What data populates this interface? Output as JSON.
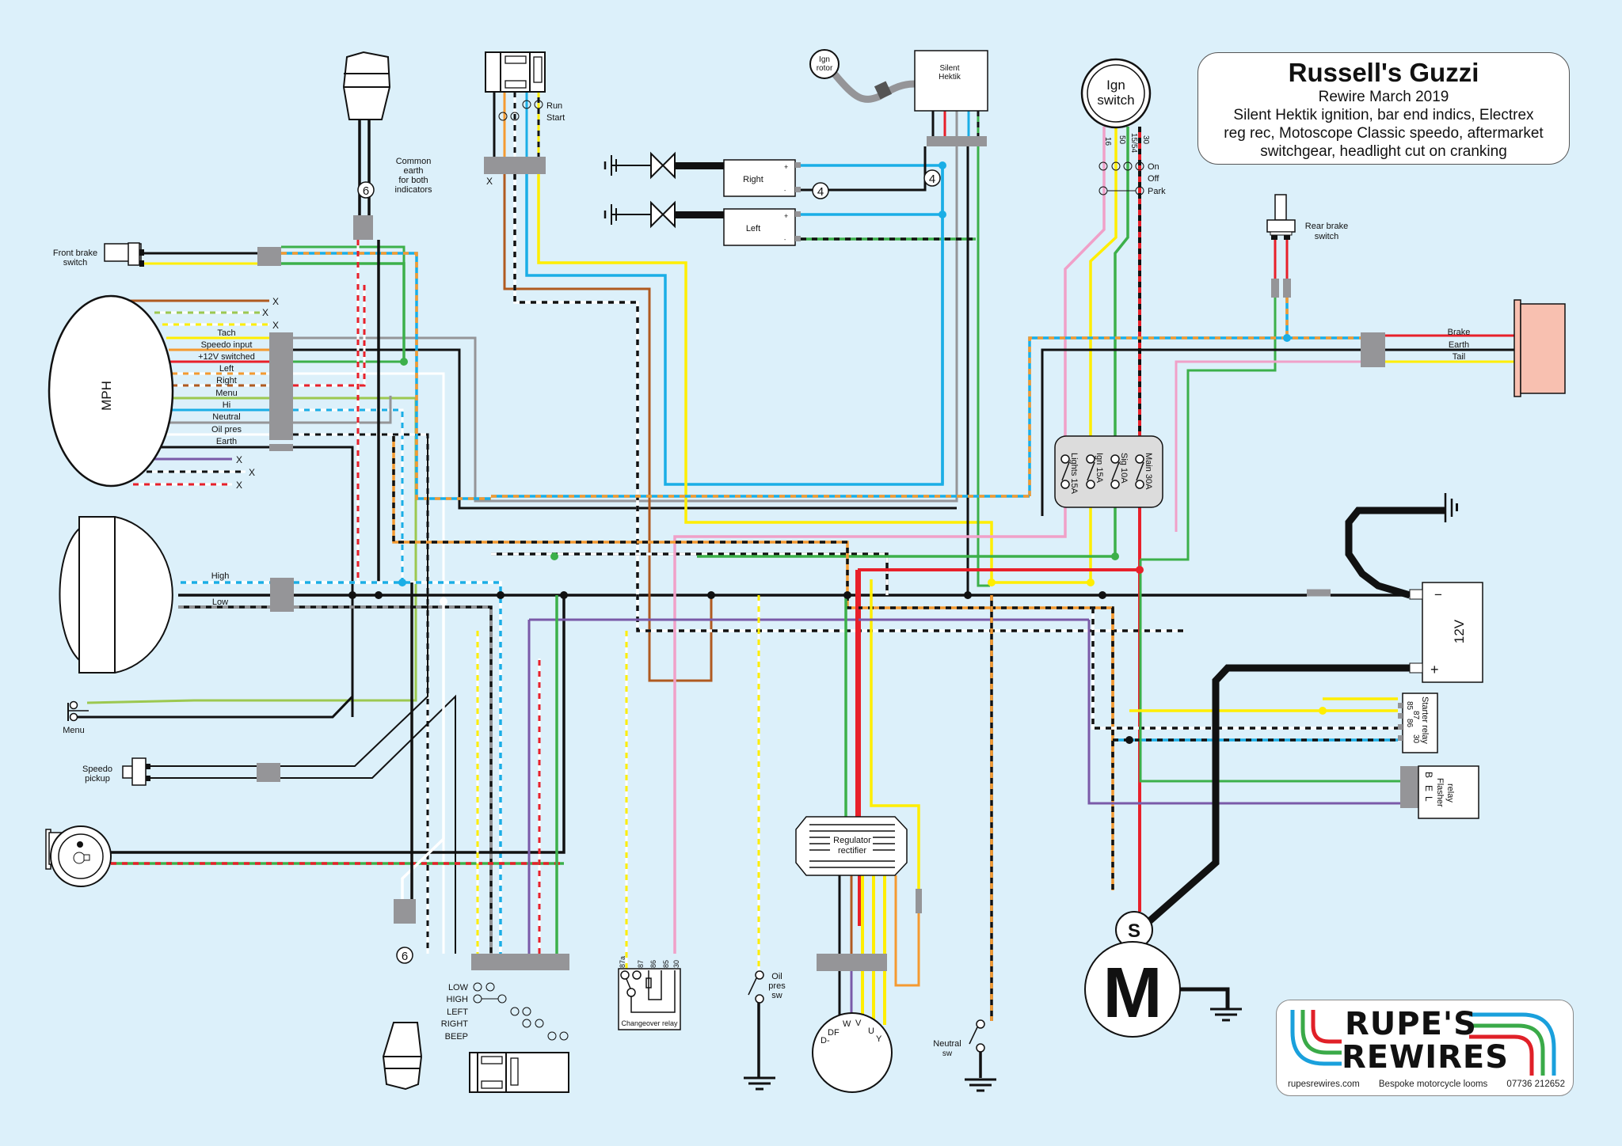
{
  "title_box": {
    "title": "Russell's Guzzi",
    "subtitle": "Rewire March 2019",
    "description_lines": [
      "Silent Hektik ignition, bar end indics, Electrex",
      "reg rec, Motoscope Classic speedo, aftermarket",
      "switchgear, headlight cut on cranking"
    ]
  },
  "logo": {
    "line1": "RUPE'S",
    "line2": "REWIRES",
    "website": "rupesrewires.com",
    "tagline": "Bespoke motorcycle looms",
    "phone": "07736 212652",
    "stripe_colors": [
      "#1aa0dc",
      "#3aaa48",
      "#e02028"
    ]
  },
  "colors": {
    "background": "#dcf0fa",
    "black": "#111111",
    "red": "#e8202a",
    "yellow": "#ffee00",
    "green": "#3cb04a",
    "blue": "#1aaee6",
    "light_blue": "#7fd0f0",
    "orange": "#f59a30",
    "brown": "#b05a20",
    "purple": "#7a5aa8",
    "pink": "#f0a0c8",
    "grey": "#959598",
    "light_green": "#9cc850",
    "white": "#ffffff",
    "tail_light": "#f8c0b0"
  },
  "components": {
    "speedo": {
      "label": "MPH"
    },
    "speedo_pins": [
      {
        "label": "Tach"
      },
      {
        "label": "Speedo input"
      },
      {
        "label": "+12V switched"
      },
      {
        "label": "Left"
      },
      {
        "label": "Right"
      },
      {
        "label": "Menu"
      },
      {
        "label": "Hi"
      },
      {
        "label": "Neutral"
      },
      {
        "label": "Oil pres"
      },
      {
        "label": "Earth"
      }
    ],
    "unused_marker": "X",
    "front_brake": {
      "label_line1": "Front brake",
      "label_line2": "switch"
    },
    "common_earth": {
      "lines": [
        "Common",
        "earth",
        "for both",
        "indicators"
      ]
    },
    "circle_marker_6": "6",
    "circle_marker_4": "4",
    "headlight": {
      "high": "High",
      "low": "Low"
    },
    "menu_button": {
      "label": "Menu"
    },
    "speedo_pickup": {
      "label_line1": "Speedo",
      "label_line2": "pickup"
    },
    "right_switchgear": {
      "run": "Run",
      "start": "Start",
      "x": "X"
    },
    "indicator_right": {
      "label": "Right",
      "plus": "+",
      "minus": "-"
    },
    "indicator_left": {
      "label": "Left",
      "plus": "+",
      "minus": "-"
    },
    "ign_rotor": {
      "line1": "Ign",
      "line2": "rotor"
    },
    "silent_hektik": {
      "line1": "Silent",
      "line2": "Hektik"
    },
    "ign_switch": {
      "line1": "Ign",
      "line2": "switch",
      "terminals": [
        "16",
        "50",
        "15/54",
        "30"
      ],
      "positions": [
        "On",
        "Off",
        "Park"
      ]
    },
    "rear_brake": {
      "line1": "Rear brake",
      "line2": "switch"
    },
    "tail_light": {
      "brake": "Brake",
      "earth": "Earth",
      "tail": "Tail"
    },
    "fuse_box": {
      "fuses": [
        "Lights 15A",
        "Ign 15A",
        "Sig 10A",
        "Main 30A"
      ]
    },
    "battery": {
      "label": "12V",
      "neg": "−",
      "pos": "+"
    },
    "starter_relay": {
      "label": "Starter relay",
      "pins": [
        "85",
        "87",
        "86",
        "30"
      ]
    },
    "flasher_relay": {
      "label_line1": "Flasher",
      "label_line2": "relay",
      "pins": [
        "L",
        "E",
        "B"
      ]
    },
    "left_switchgear": {
      "functions": [
        "LOW",
        "HIGH",
        "LEFT",
        "RIGHT",
        "BEEP"
      ]
    },
    "changeover_relay": {
      "label": "Changeover relay",
      "pins": [
        "87a",
        "87",
        "86",
        "85",
        "30"
      ]
    },
    "oil_pres_switch": {
      "line1": "Oil",
      "line2": "pres",
      "line3": "sw"
    },
    "reg_rec": {
      "line1": "Regulator",
      "line2": "rectifier"
    },
    "alternator": {
      "pins": [
        "D-",
        "DF",
        "W",
        "V",
        "U",
        "Y"
      ]
    },
    "neutral_switch": {
      "line1": "Neutral",
      "line2": "sw"
    },
    "starter_motor": {
      "solenoid": "S",
      "motor": "M"
    }
  }
}
